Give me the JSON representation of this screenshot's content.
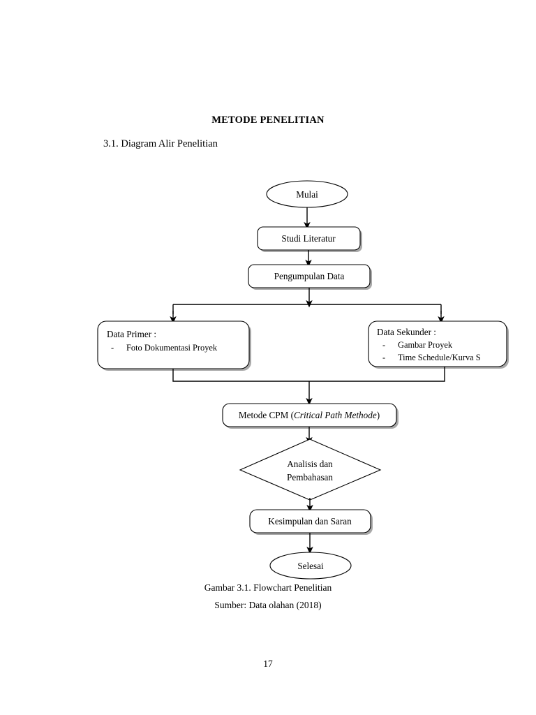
{
  "document": {
    "title": "METODE PENELITIAN",
    "section_heading": "3.1. Diagram Alir Penelitian",
    "caption_figure": "Gambar 3.1. Flowchart Penelitian",
    "caption_source": "Sumber: Data olahan (2018)",
    "page_number": "17"
  },
  "colors": {
    "text": "#000000",
    "shape_stroke": "#000000",
    "shape_fill": "#ffffff",
    "shadow": "#9a9a9a",
    "background": "#ffffff"
  },
  "flowchart": {
    "nodes": {
      "start": {
        "label": "Mulai",
        "shape": "ellipse"
      },
      "literature": {
        "label": "Studi Literatur",
        "shape": "rounded-rect"
      },
      "collection": {
        "label": "Pengumpulan Data",
        "shape": "rounded-rect"
      },
      "primary": {
        "title": "Data Primer :",
        "items": [
          "Foto Dokumentasi Proyek"
        ],
        "bullet": "-",
        "shape": "rounded-rect"
      },
      "secondary": {
        "title": "Data Sekunder :",
        "items": [
          "Gambar Proyek",
          "Time Schedule/Kurva S"
        ],
        "bullet": "-",
        "shape": "rounded-rect"
      },
      "method": {
        "label_plain": "Metode CPM (",
        "label_italic": "Critical Path Methode",
        "label_close": ")",
        "shape": "rounded-rect"
      },
      "analysis": {
        "line1": "Analisis dan",
        "line2": "Pembahasan",
        "shape": "diamond"
      },
      "conclusion": {
        "label": "Kesimpulan dan Saran",
        "shape": "rounded-rect"
      },
      "end": {
        "label": "Selesai",
        "shape": "ellipse"
      }
    },
    "edges": [
      {
        "from": "start",
        "to": "literature"
      },
      {
        "from": "literature",
        "to": "collection"
      },
      {
        "from": "collection",
        "to": "split"
      },
      {
        "from": "split",
        "to": "primary"
      },
      {
        "from": "split",
        "to": "secondary"
      },
      {
        "from": "primary",
        "to": "merge"
      },
      {
        "from": "secondary",
        "to": "merge"
      },
      {
        "from": "merge",
        "to": "method"
      },
      {
        "from": "method",
        "to": "analysis"
      },
      {
        "from": "analysis",
        "to": "conclusion"
      },
      {
        "from": "conclusion",
        "to": "end"
      }
    ]
  }
}
